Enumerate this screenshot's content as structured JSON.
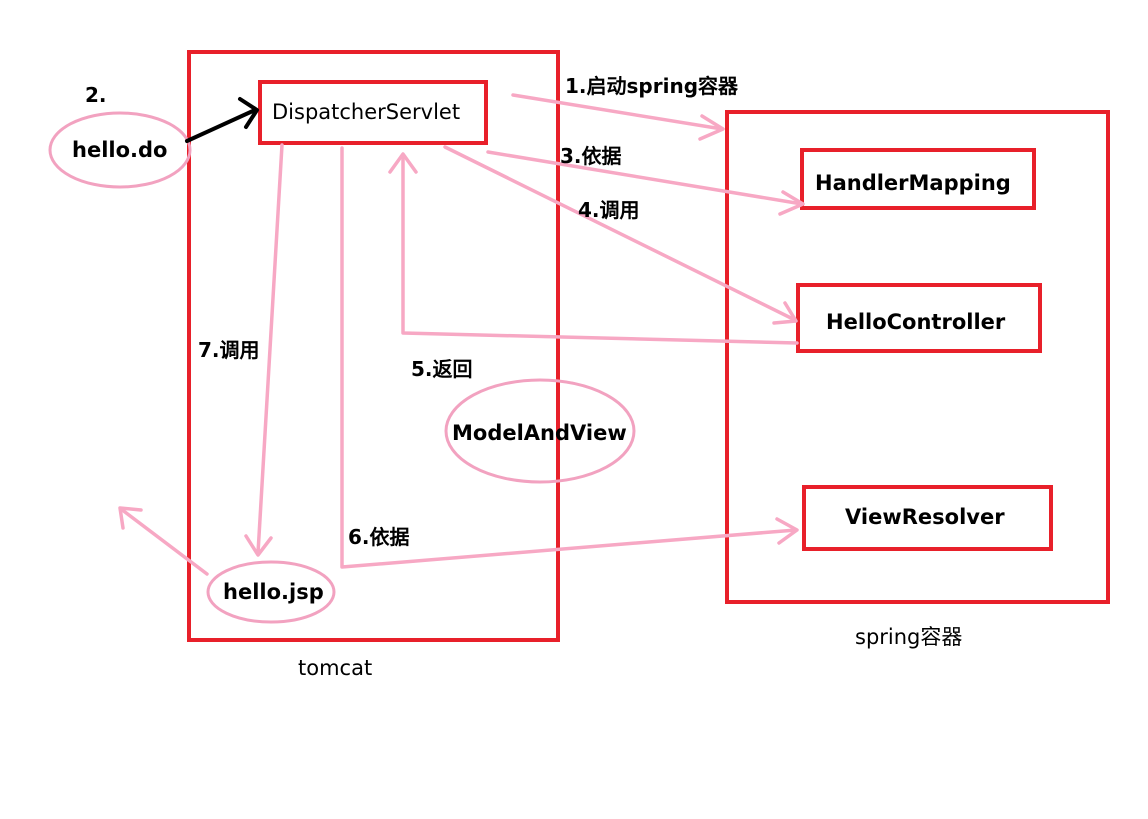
{
  "containers": {
    "tomcat": "tomcat",
    "spring": "spring容器"
  },
  "nodes": {
    "dispatcher_servlet": "DispatcherServlet",
    "handler_mapping": "HandlerMapping",
    "hello_controller": "HelloController",
    "view_resolver": "ViewResolver",
    "hello_do": "hello.do",
    "model_and_view": "ModelAndView",
    "hello_jsp": "hello.jsp"
  },
  "steps": {
    "step1": "1.启动spring容器",
    "step2": "2.",
    "step3": "3.依据",
    "step4": "4.调用",
    "step5": "5.返回",
    "step6": "6.依据",
    "step7": "7.调用"
  },
  "colors": {
    "box_border": "#e8202a",
    "arrow": "#f7a8c4",
    "request_arrow": "#000000"
  }
}
